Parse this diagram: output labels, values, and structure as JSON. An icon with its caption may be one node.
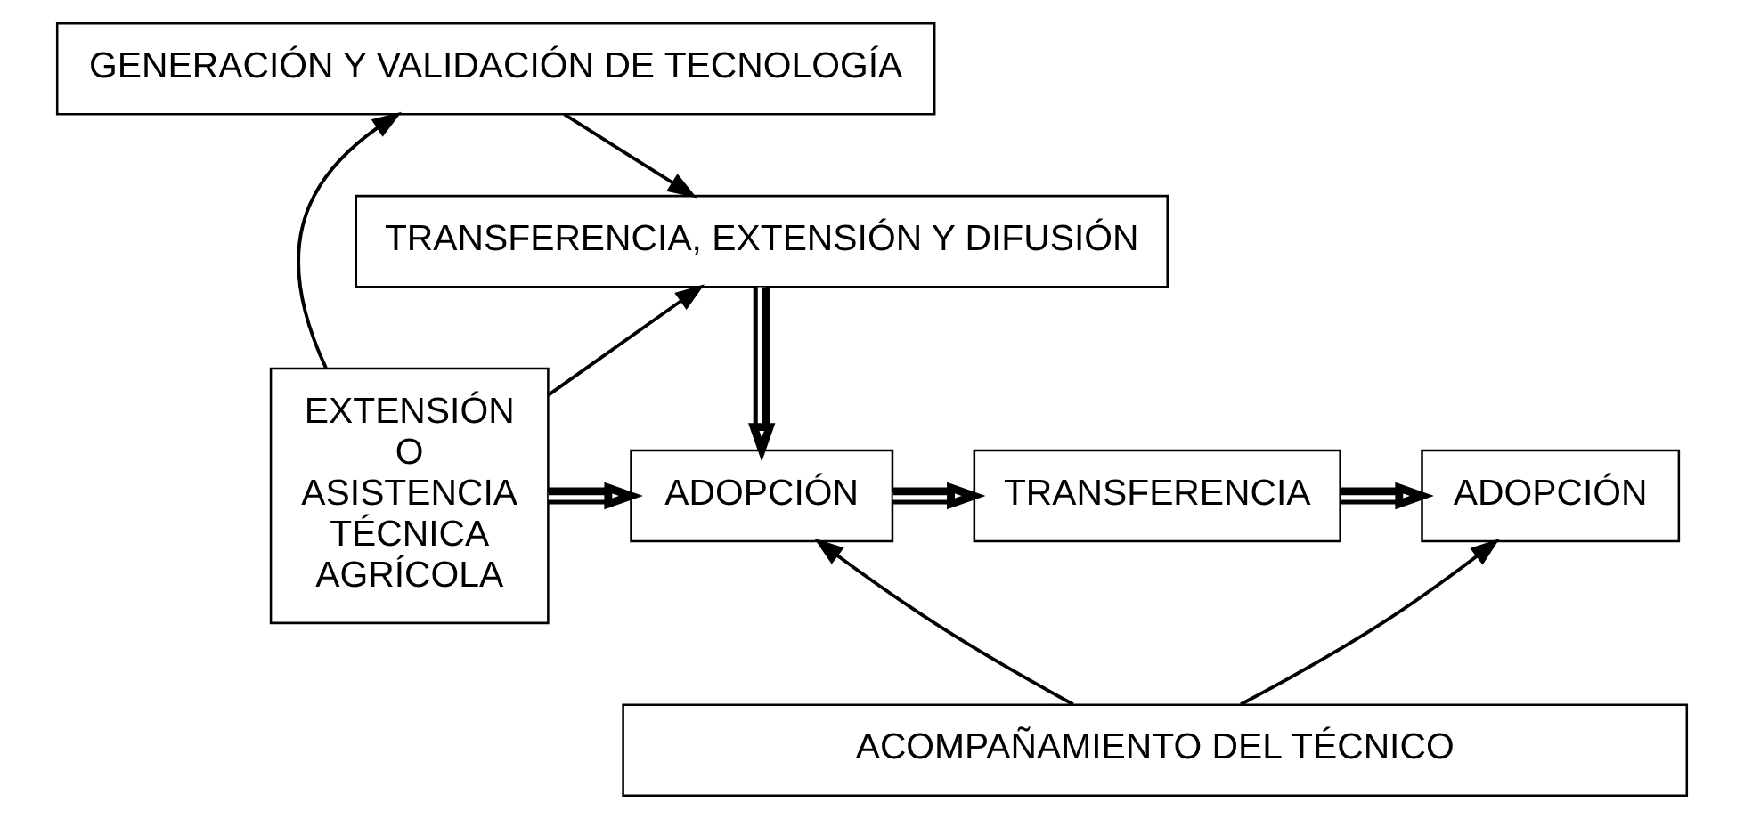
{
  "diagram": {
    "nodes": [
      {
        "text": [
          "GENERACIÓN Y VALIDACIÓN DE TECNOLOGÍA"
        ]
      },
      {
        "text": [
          "TRANSFERENCIA, EXTENSIÓN Y DIFUSIÓN"
        ]
      },
      {
        "text": [
          "EXTENSIÓN O ASISTENCIA TÉCNICA AGRÍCOLA"
        ]
      },
      {
        "text": [
          "ADOPCIÓN"
        ]
      },
      {
        "text": [
          "TRANSFERENCIA"
        ]
      },
      {
        "text": [
          "ADOPCIÓN"
        ]
      },
      {
        "text": [
          "ACOMPAÑAMIENTO DEL TÉCNICO"
        ]
      }
    ],
    "edges": [
      {
        "from": 2,
        "to": 0,
        "arrow": "to"
      },
      {
        "from": 2,
        "to": 1,
        "arrow": "to"
      },
      {
        "from": 0,
        "to": 1,
        "arrow": "to"
      },
      {
        "from": 1,
        "to": 3,
        "arrow": "to",
        "style": "thick"
      },
      {
        "from": 2,
        "to": 3,
        "arrow": "to",
        "style": "thick"
      },
      {
        "from": 3,
        "to": 4,
        "arrow": "to",
        "style": "thick"
      },
      {
        "from": 4,
        "to": 5,
        "arrow": "to",
        "style": "thick"
      },
      {
        "from": 6,
        "to": 3,
        "arrow": "to"
      },
      {
        "from": 6,
        "to": 5,
        "arrow": "to"
      }
    ]
  }
}
